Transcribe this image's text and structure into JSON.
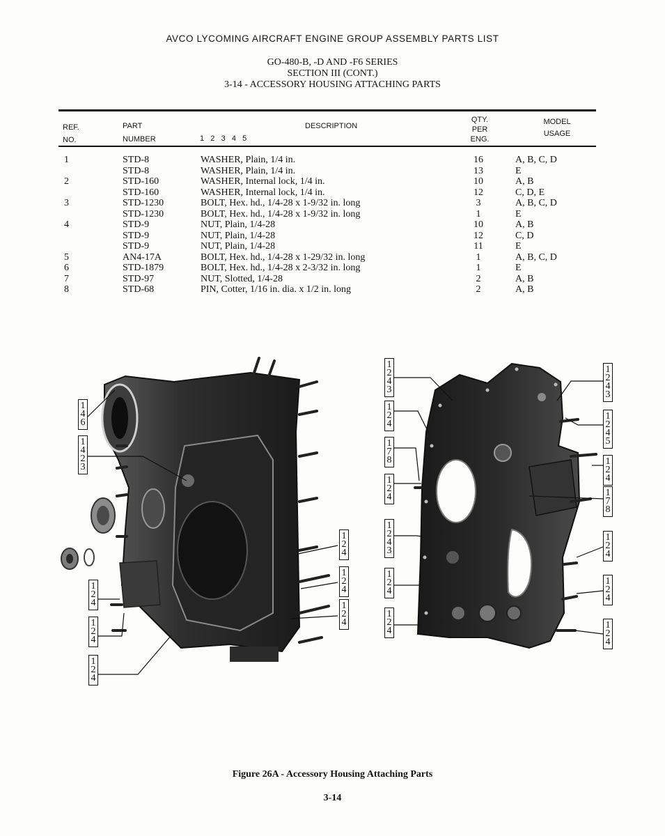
{
  "header": {
    "company": "AVCO LYCOMING AIRCRAFT ENGINE GROUP ASSEMBLY PARTS LIST",
    "series": "GO-480-B, -D AND -F6 SERIES",
    "section": "SECTION III (CONT.)",
    "subtitle": "3-14 - ACCESSORY HOUSING ATTACHING PARTS"
  },
  "table": {
    "headers": {
      "ref1": "REF.",
      "ref2": "NO.",
      "part1": "PART",
      "part2": "NUMBER",
      "desc": "DESCRIPTION",
      "indent": "1   2   3   4   5",
      "qty1": "QTY.",
      "qty2": "PER",
      "qty3": "ENG.",
      "use1": "MODEL",
      "use2": "USAGE"
    },
    "rows": [
      {
        "ref": "1",
        "part": "STD-8",
        "desc": "WASHER, Plain, 1/4 in.",
        "qty": "16",
        "usage": "A, B, C, D"
      },
      {
        "ref": "",
        "part": "STD-8",
        "desc": "WASHER, Plain, 1/4 in.",
        "qty": "13",
        "usage": "E"
      },
      {
        "ref": "2",
        "part": "STD-160",
        "desc": "WASHER, Internal lock, 1/4 in.",
        "qty": "10",
        "usage": "A, B"
      },
      {
        "ref": "",
        "part": "STD-160",
        "desc": "WASHER, Internal lock, 1/4 in.",
        "qty": "12",
        "usage": "C, D, E"
      },
      {
        "ref": "3",
        "part": "STD-1230",
        "desc": "BOLT, Hex. hd., 1/4-28 x 1-9/32 in. long",
        "qty": "3",
        "usage": "A, B, C, D"
      },
      {
        "ref": "",
        "part": "STD-1230",
        "desc": "BOLT, Hex. hd., 1/4-28 x 1-9/32 in. long",
        "qty": "1",
        "usage": "E"
      },
      {
        "ref": "4",
        "part": "STD-9",
        "desc": "NUT, Plain, 1/4-28",
        "qty": "10",
        "usage": "A, B"
      },
      {
        "ref": "",
        "part": "STD-9",
        "desc": "NUT, Plain, 1/4-28",
        "qty": "12",
        "usage": "C, D"
      },
      {
        "ref": "",
        "part": "STD-9",
        "desc": "NUT, Plain, 1/4-28",
        "qty": "11",
        "usage": "E"
      },
      {
        "ref": "5",
        "part": "AN4-17A",
        "desc": "BOLT, Hex. hd., 1/4-28 x 1-29/32 in. long",
        "qty": "1",
        "usage": "A, B, C, D"
      },
      {
        "ref": "6",
        "part": "STD-1879",
        "desc": "BOLT, Hex. hd., 1/4-28 x 2-3/32 in. long",
        "qty": "1",
        "usage": "E"
      },
      {
        "ref": "7",
        "part": "STD-97",
        "desc": "NUT, Slotted, 1/4-28",
        "qty": "2",
        "usage": "A, B"
      },
      {
        "ref": "8",
        "part": "STD-68",
        "desc": "PIN, Cotter, 1/16 in. dia. x 1/2 in. long",
        "qty": "2",
        "usage": "A, B"
      }
    ]
  },
  "callouts": [
    {
      "n": [
        "1",
        "4",
        "6"
      ]
    },
    {
      "n": [
        "1",
        "4",
        "2",
        "3"
      ]
    },
    {
      "n": [
        "1",
        "2",
        "4"
      ]
    },
    {
      "n": [
        "1",
        "2",
        "4"
      ]
    },
    {
      "n": [
        "1",
        "2",
        "4"
      ]
    },
    {
      "n": [
        "1",
        "2",
        "4"
      ]
    },
    {
      "n": [
        "1",
        "2",
        "4"
      ]
    },
    {
      "n": [
        "1",
        "2",
        "4"
      ]
    },
    {
      "n": [
        "1",
        "2",
        "4",
        "3"
      ]
    },
    {
      "n": [
        "1",
        "2",
        "4"
      ]
    },
    {
      "n": [
        "1",
        "7",
        "8"
      ]
    },
    {
      "n": [
        "1",
        "2",
        "4"
      ]
    },
    {
      "n": [
        "1",
        "2",
        "4",
        "3"
      ]
    },
    {
      "n": [
        "1",
        "2",
        "4"
      ]
    },
    {
      "n": [
        "1",
        "2",
        "4"
      ]
    },
    {
      "n": [
        "1",
        "2",
        "4",
        "3"
      ]
    },
    {
      "n": [
        "1",
        "2",
        "4",
        "5"
      ]
    },
    {
      "n": [
        "1",
        "2",
        "4"
      ]
    },
    {
      "n": [
        "1",
        "7",
        "8"
      ]
    },
    {
      "n": [
        "1",
        "2",
        "4"
      ]
    },
    {
      "n": [
        "1",
        "2",
        "4"
      ]
    },
    {
      "n": [
        "1",
        "2",
        "4"
      ]
    }
  ],
  "figure": {
    "caption": "Figure 26A - Accessory Housing Attaching Parts",
    "page": "3-14"
  },
  "colors": {
    "ink": "#141414",
    "paper": "#fdfdfb",
    "casting": "#2a2a2a"
  }
}
